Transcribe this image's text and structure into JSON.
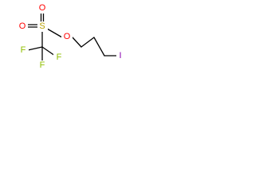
{
  "molecule": {
    "atoms": {
      "s": {
        "symbol": "S",
        "color": "#b8a000"
      },
      "o_top": {
        "symbol": "O",
        "color": "#ff0000"
      },
      "o_left": {
        "symbol": "O",
        "color": "#ff0000"
      },
      "o_ester": {
        "symbol": "O",
        "color": "#ff0000"
      },
      "f_left": {
        "symbol": "F",
        "color": "#8fbf00"
      },
      "f_bottom": {
        "symbol": "F",
        "color": "#8fbf00"
      },
      "f_right": {
        "symbol": "F",
        "color": "#8fbf00"
      },
      "i": {
        "symbol": "I",
        "color": "#8a00b0"
      }
    },
    "bond_color": "#000000"
  }
}
